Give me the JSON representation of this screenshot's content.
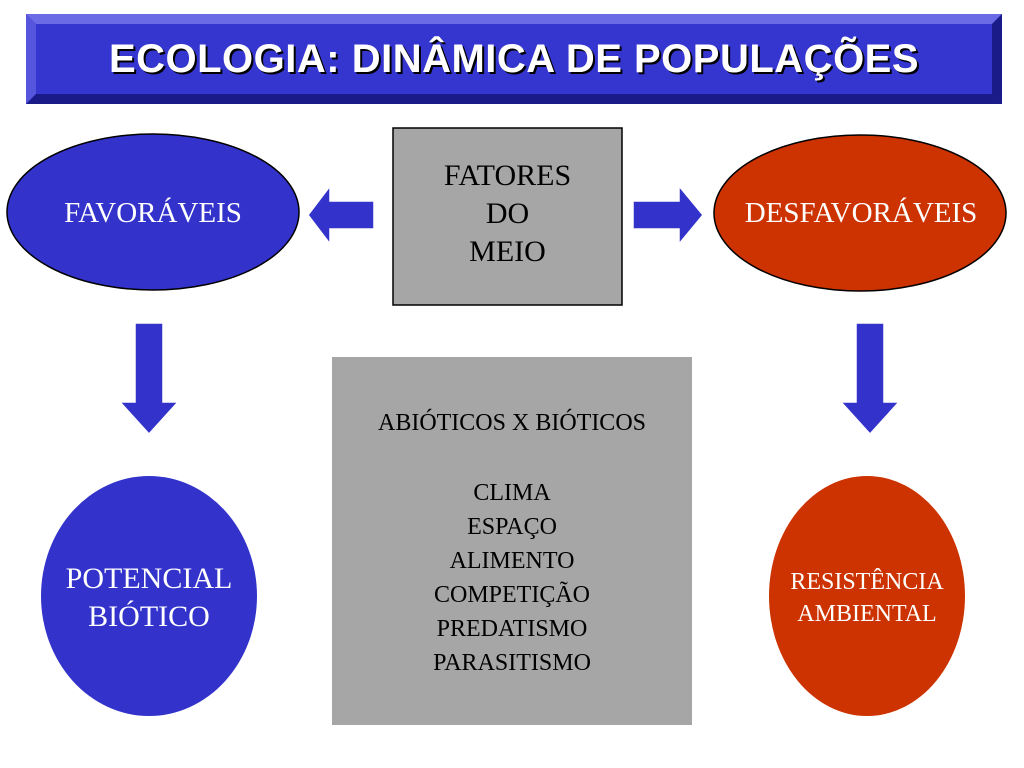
{
  "title": "ECOLOGIA: DINÂMICA DE POPULAÇÕES",
  "colors": {
    "title_blue": "#3333cc",
    "node_blue": "#3333cc",
    "node_red": "#cc3300",
    "box_gray": "#a6a6a6",
    "arrow_blue": "#3333cc"
  },
  "center_box": {
    "lines": [
      "FATORES",
      "DO",
      "MEIO"
    ]
  },
  "left_node": {
    "label": "FAVORÁVEIS"
  },
  "right_node": {
    "label": "DESFAVORÁVEIS"
  },
  "left_result": {
    "lines": [
      "POTENCIAL",
      "BIÓTICO"
    ]
  },
  "right_result": {
    "lines": [
      "RESISTÊNCIA",
      "AMBIENTAL"
    ]
  },
  "factors_box": {
    "heading": "ABIÓTICOS X BIÓTICOS",
    "items": [
      "CLIMA",
      "ESPAÇO",
      "ALIMENTO",
      "COMPETIÇÃO",
      "PREDATISMO",
      "PARASITISMO"
    ]
  }
}
